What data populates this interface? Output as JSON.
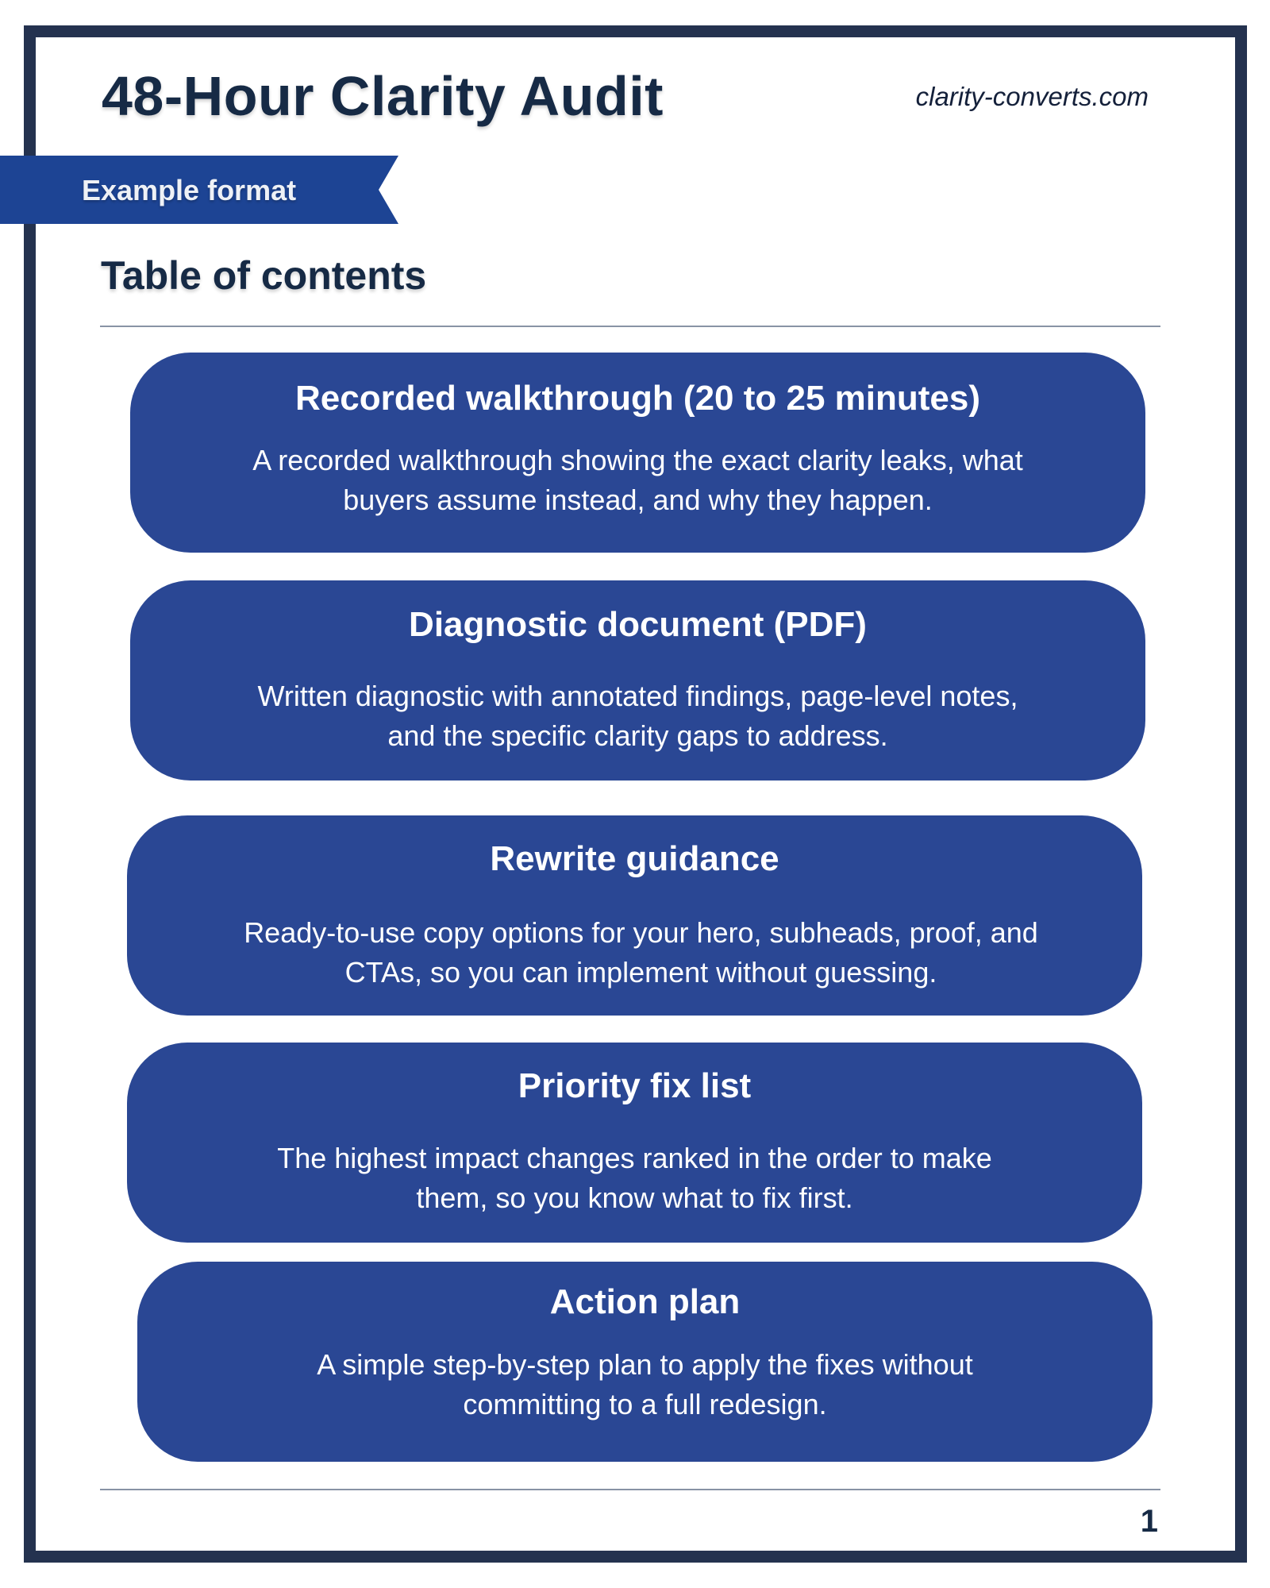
{
  "header": {
    "title": "48-Hour Clarity Audit",
    "website": "clarity-converts.com"
  },
  "ribbon": {
    "label": "Example format"
  },
  "toc": {
    "heading": "Table of contents",
    "items": [
      {
        "title": "Recorded walkthrough (20 to 25 minutes)",
        "body_lines": [
          "A recorded walkthrough showing the exact clarity leaks, what",
          "buyers assume instead, and why they happen."
        ]
      },
      {
        "title": "Diagnostic document (PDF)",
        "body_lines": [
          "Written diagnostic with annotated findings, page-level notes,",
          "and the specific clarity gaps to address."
        ]
      },
      {
        "title": "Rewrite guidance",
        "body_lines": [
          "Ready-to-use copy options for your hero, subheads, proof, and",
          "CTAs, so you can implement without guessing."
        ]
      },
      {
        "title": "Priority fix list",
        "body_lines": [
          "The highest impact changes ranked in the order to make",
          "them, so you know what to fix first."
        ]
      },
      {
        "title": "Action plan",
        "body_lines": [
          "A simple step-by-step plan to apply the fixes without",
          "committing to a full redesign."
        ]
      }
    ]
  },
  "footer": {
    "page_number": "1"
  },
  "colors": {
    "frame_border": "#24324f",
    "ribbon": "#1d4494",
    "card": "#2a4794",
    "heading_text": "#162a45",
    "divider": "#8893a5"
  }
}
